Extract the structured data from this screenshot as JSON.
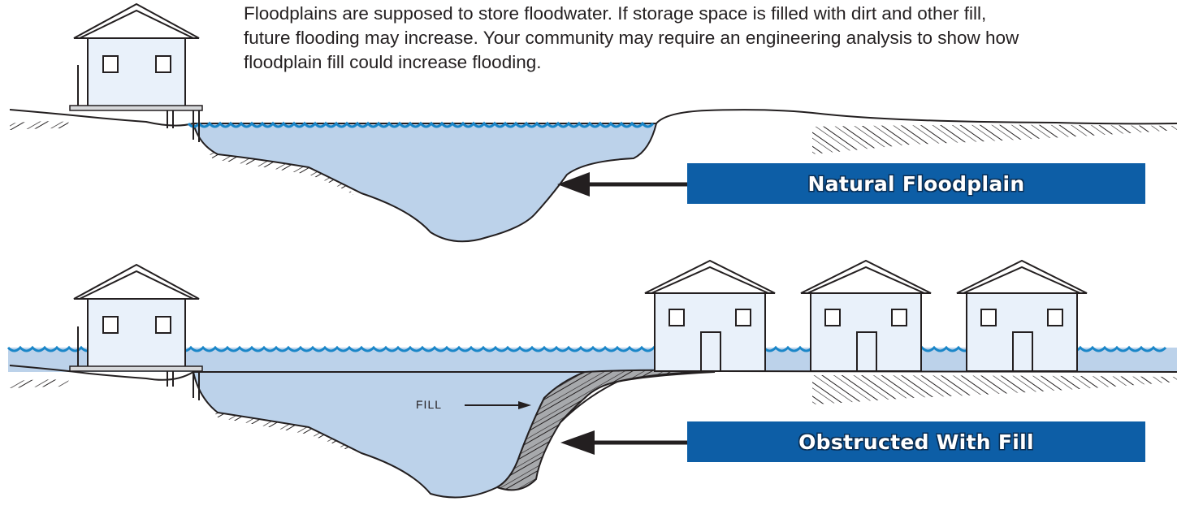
{
  "caption": "Floodplains are supposed to store floodwater. If storage space is filled with dirt and other fill, future flooding may increase. Your community may require an engineering analysis to show how floodplain fill could increase flooding.",
  "panels": {
    "natural": {
      "label": "Natural Floodplain"
    },
    "obstructed": {
      "label": "Obstructed With Fill",
      "fill_label": "FILL"
    }
  },
  "colors": {
    "water": "#bcd2ea",
    "wave": "#1a86c8",
    "banner": "#0d5ea6",
    "house_wall": "#e9f1fa",
    "outline": "#231f20",
    "fill_material": "#a7a9ac"
  },
  "icons": [
    "house-icon",
    "arrow-left-icon",
    "wave-line-icon",
    "soil-hatch-icon"
  ]
}
